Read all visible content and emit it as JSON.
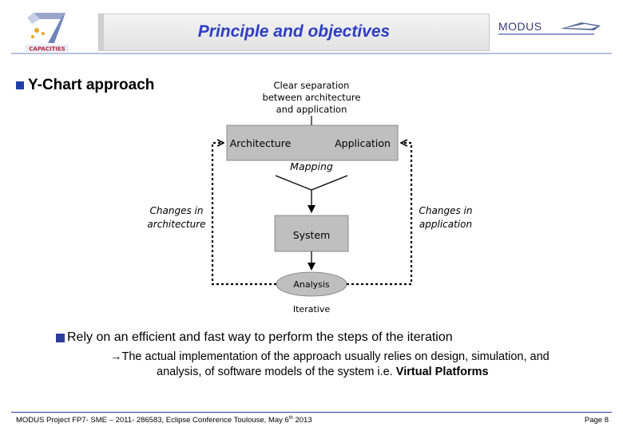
{
  "header": {
    "title": "Principle and objectives",
    "logo_left": "CAPACITIES",
    "logo_right": "MODUS"
  },
  "main": {
    "bullet_heading": "Y-Chart approach"
  },
  "diagram": {
    "note": [
      "Clear separation",
      "between architecture",
      "and application"
    ],
    "architecture": "Architecture",
    "application": "Application",
    "mapping": "Mapping",
    "system": "System",
    "analysis": "Analysis",
    "iterative": "Iterative",
    "changes_architecture": [
      "Changes in",
      "architecture"
    ],
    "changes_application": [
      "Changes in",
      "application"
    ]
  },
  "bullets": {
    "rely": "Rely on an efficient and fast way to perform the steps of the iteration",
    "sub_line1": "The actual implementation of the approach usually relies on design, simulation, and",
    "sub_line2_prefix": "analysis, of software models of the system i.e. ",
    "sub_line2_bold": "Virtual Platforms"
  },
  "footer": {
    "left_prefix": "MODUS Project  FP7- SME – 2011- 286583, Eclipse Conference  Toulouse, May 6",
    "left_sup": "th",
    "left_suffix": " 2013",
    "right": "Page 8"
  },
  "colors": {
    "title": "#2e3ec4",
    "box_fill": "#bfbfbf",
    "footer_line": "#2f3d9a",
    "bullet": "#1f3fa8"
  }
}
